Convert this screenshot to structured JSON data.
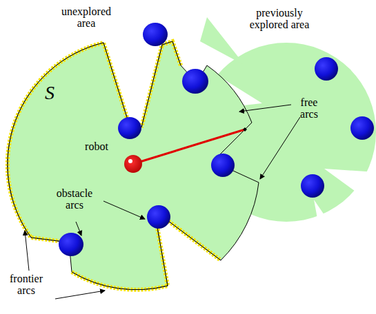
{
  "diagram": {
    "labels": [
      "unexplored area",
      "previously explored area",
      "S",
      "free arcs",
      "robot",
      "obstacle arcs",
      "frontier arcs"
    ]
  }
}
